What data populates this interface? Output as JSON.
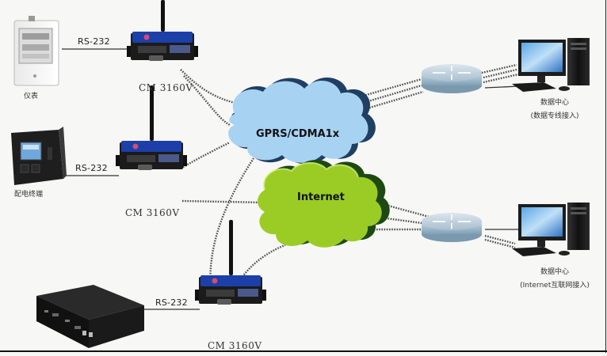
{
  "diagram": {
    "title": "",
    "clouds": {
      "gprs": {
        "label": "GPRS/CDMA1x",
        "fill": "#a8d2f2",
        "shadow": "#1f3f63"
      },
      "internet": {
        "label": "Internet",
        "fill": "#9bcc25",
        "shadow": "#1d4a12"
      }
    },
    "field_devices": [
      {
        "id": "meter",
        "label": "仪表",
        "link_label": "RS-232",
        "modem_label": "CM 3160V"
      },
      {
        "id": "terminal",
        "label": "配电终端",
        "link_label": "RS-232",
        "modem_label": "CM 3160V"
      },
      {
        "id": "box",
        "label": "",
        "link_label": "RS-232",
        "modem_label": "CM 3160V"
      }
    ],
    "data_centers": [
      {
        "id": "dc-private-line",
        "title": "数据中心",
        "subtitle": "(数据专线接入)"
      },
      {
        "id": "dc-internet",
        "title": "数据中心",
        "subtitle": "(Internet互联网接入)"
      }
    ],
    "colors": {
      "background": "#f7f7f6",
      "dotted_link": "#4a4a4a",
      "modem_top": "#1c3fa8",
      "modem_body": "#1b1b1b",
      "router": "#9fb7c9"
    }
  }
}
